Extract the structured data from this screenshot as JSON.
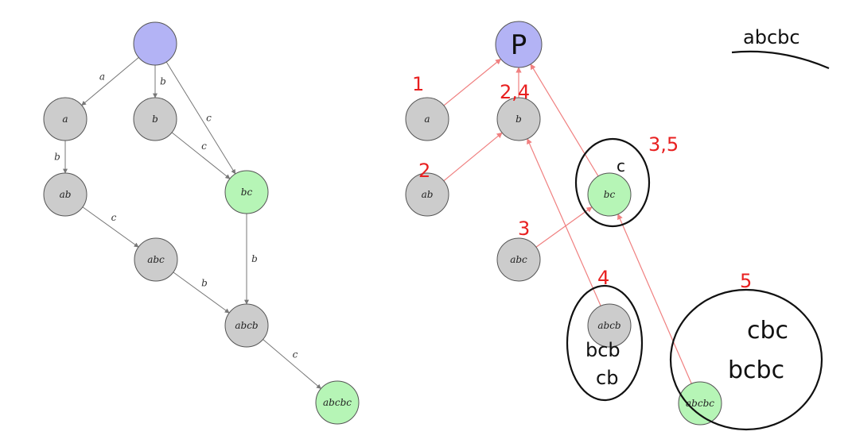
{
  "left_graph": {
    "nodes": [
      {
        "id": "root",
        "label": "",
        "fill": "#b3b3f5"
      },
      {
        "id": "a",
        "label": "a",
        "fill": "#cccccc"
      },
      {
        "id": "b",
        "label": "b",
        "fill": "#cccccc"
      },
      {
        "id": "ab",
        "label": "ab",
        "fill": "#cccccc"
      },
      {
        "id": "bc",
        "label": "bc",
        "fill": "#b6f5b6"
      },
      {
        "id": "abc",
        "label": "abc",
        "fill": "#cccccc"
      },
      {
        "id": "abcb",
        "label": "abcb",
        "fill": "#cccccc"
      },
      {
        "id": "abcbc",
        "label": "abcbc",
        "fill": "#b6f5b6"
      }
    ],
    "edges": [
      {
        "from": "root",
        "to": "a",
        "label": "a"
      },
      {
        "from": "root",
        "to": "b",
        "label": "b"
      },
      {
        "from": "root",
        "to": "bc",
        "label": "c"
      },
      {
        "from": "a",
        "to": "ab",
        "label": "b"
      },
      {
        "from": "b",
        "to": "bc",
        "label": "c"
      },
      {
        "from": "ab",
        "to": "abc",
        "label": "c"
      },
      {
        "from": "bc",
        "to": "abcb",
        "label": "b"
      },
      {
        "from": "abc",
        "to": "abcb",
        "label": "b"
      },
      {
        "from": "abcb",
        "to": "abcbc",
        "label": "c"
      }
    ]
  },
  "right_graph": {
    "nodes": [
      {
        "id": "P",
        "label": "P",
        "fill": "#b3b3f5"
      },
      {
        "id": "a",
        "label": "a",
        "fill": "#cccccc"
      },
      {
        "id": "b",
        "label": "b",
        "fill": "#cccccc"
      },
      {
        "id": "ab",
        "label": "ab",
        "fill": "#cccccc"
      },
      {
        "id": "bc",
        "label": "bc",
        "fill": "#b6f5b6"
      },
      {
        "id": "abc",
        "label": "abc",
        "fill": "#cccccc"
      },
      {
        "id": "abcb",
        "label": "abcb",
        "fill": "#cccccc"
      },
      {
        "id": "abcbc",
        "label": "abcbc",
        "fill": "#b6f5b6"
      }
    ],
    "suffix_links": [
      {
        "from": "a",
        "to": "P"
      },
      {
        "from": "b",
        "to": "P"
      },
      {
        "from": "ab",
        "to": "b"
      },
      {
        "from": "bc",
        "to": "P"
      },
      {
        "from": "abc",
        "to": "bc"
      },
      {
        "from": "abcb",
        "to": "b"
      },
      {
        "from": "abcbc",
        "to": "bc"
      }
    ],
    "annotations": {
      "step_1": "1",
      "step_2_4": "2,4",
      "step_2": "2",
      "step_3": "3",
      "step_3_5": "3,5",
      "step_4": "4",
      "step_5": "5",
      "bc_set": "c",
      "abcb_set_line1": "bcb",
      "abcb_set_line2": "cb",
      "abcbc_set_line1": "cbc",
      "abcbc_set_line2": "bcbc",
      "input_string": "abcbc"
    },
    "ink_colors": {
      "red": "#e82020",
      "black": "#111111",
      "link": "#f08080"
    }
  }
}
